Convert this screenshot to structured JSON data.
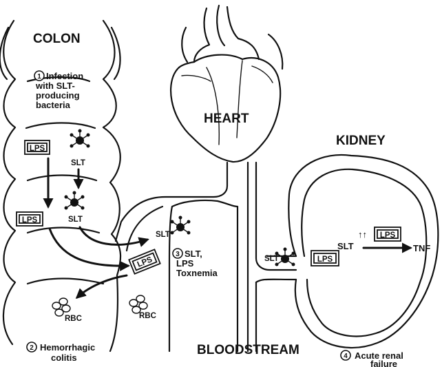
{
  "organs": {
    "colon": "COLON",
    "heart": "HEART",
    "kidney": "KIDNEY",
    "bloodstream": "BLOODSTREAM"
  },
  "steps": {
    "step1_num": "1",
    "step1_lines": [
      "Infection",
      "with SLT-",
      "producing",
      "bacteria"
    ],
    "step2_num": "2",
    "step2_lines": [
      "Hemorrhagic",
      "colitis"
    ],
    "step3_num": "3",
    "step3_lines": [
      "SLT,",
      "LPS",
      "Toxnemia"
    ],
    "step4_num": "4",
    "step4_lines": [
      "Acute renal",
      "failure"
    ]
  },
  "labels": {
    "lps": "LPS",
    "slt": "SLT",
    "rbc": "RBC",
    "up_arrows": "↑↑",
    "tnf": "TNF"
  }
}
